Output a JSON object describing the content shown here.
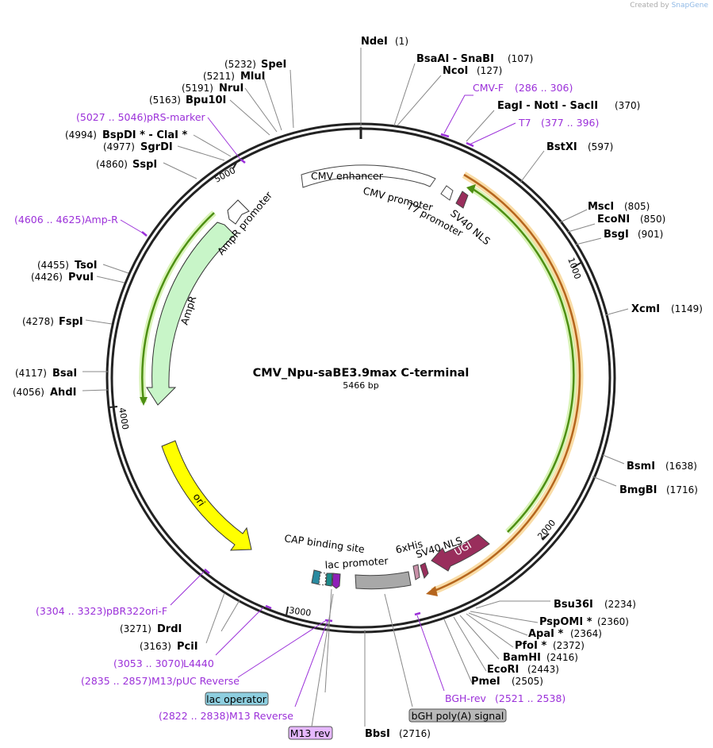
{
  "watermark": {
    "prefix": "Created by",
    "brand": "SnapGene"
  },
  "plasmid": {
    "name": "CMV_Npu-saBE3.9max C-terminal",
    "length_label": "5466 bp"
  },
  "ticks": [
    "1000",
    "2000",
    "3000",
    "4000",
    "5000"
  ],
  "enzymes": [
    {
      "name": "NdeI",
      "pos": "(1)"
    },
    {
      "name": "BsaAI  -  SnaBI",
      "pos": "(107)"
    },
    {
      "name": "NcoI",
      "pos": "(127)"
    },
    {
      "name": "EagI  -  NotI  -  SacII",
      "pos": "(370)"
    },
    {
      "name": "BstXI",
      "pos": "(597)"
    },
    {
      "name": "MscI",
      "pos": "(805)"
    },
    {
      "name": "EcoNI",
      "pos": "(850)"
    },
    {
      "name": "BsgI",
      "pos": "(901)"
    },
    {
      "name": "XcmI",
      "pos": "(1149)"
    },
    {
      "name": "BsmI",
      "pos": "(1638)"
    },
    {
      "name": "BmgBI",
      "pos": "(1716)"
    },
    {
      "name": "Bsu36I",
      "pos": "(2234)"
    },
    {
      "name": "PspOMI *",
      "pos": "(2360)"
    },
    {
      "name": "ApaI *",
      "pos": "(2364)"
    },
    {
      "name": "PfoI *",
      "pos": "(2372)"
    },
    {
      "name": "BamHI",
      "pos": "(2416)"
    },
    {
      "name": "EcoRI",
      "pos": "(2443)"
    },
    {
      "name": "PmeI",
      "pos": "(2505)"
    },
    {
      "name": "BbsI",
      "pos": "(2716)"
    },
    {
      "name": "PciI",
      "pos": "(3163)"
    },
    {
      "name": "DrdI",
      "pos": "(3271)"
    },
    {
      "name": "AhdI",
      "pos": "(4056)"
    },
    {
      "name": "BsaI",
      "pos": "(4117)"
    },
    {
      "name": "FspI",
      "pos": "(4278)"
    },
    {
      "name": "PvuI",
      "pos": "(4426)"
    },
    {
      "name": "TsoI",
      "pos": "(4455)"
    },
    {
      "name": "SspI",
      "pos": "(4860)"
    },
    {
      "name": "SgrDI",
      "pos": "(4977)"
    },
    {
      "name": "BspDI *  -  ClaI *",
      "pos": "(4994)"
    },
    {
      "name": "Bpu10I",
      "pos": "(5163)"
    },
    {
      "name": "NruI",
      "pos": "(5191)"
    },
    {
      "name": "MluI",
      "pos": "(5211)"
    },
    {
      "name": "SpeI",
      "pos": "(5232)"
    }
  ],
  "primers": [
    {
      "name": "CMV-F",
      "range": "(286 .. 306)"
    },
    {
      "name": "T7",
      "range": "(377 .. 396)"
    },
    {
      "name": "BGH-rev",
      "range": "(2521 .. 2538)"
    },
    {
      "name": "M13 Reverse",
      "range": "(2822 .. 2838)"
    },
    {
      "name": "M13/pUC Reverse",
      "range": "(2835 .. 2857)"
    },
    {
      "name": "L4440",
      "range": "(3053 .. 3070)"
    },
    {
      "name": "pBR322ori-F",
      "range": "(3304 .. 3323)"
    },
    {
      "name": "Amp-R",
      "range": "(4606 .. 4625)"
    },
    {
      "name": "pRS-marker",
      "range": "(5027 .. 5046)"
    }
  ],
  "features": {
    "cmv_enhancer": "CMV enhancer",
    "cmv_promoter": "CMV promoter",
    "t7_promoter": "T7 promoter",
    "sv40_nls_top": "SV40 NLS",
    "ampr_promoter": "AmpR promoter",
    "ampr": "AmpR",
    "ori": "ori",
    "cap_site": "CAP binding site",
    "lac_promoter": "lac promoter",
    "his": "6xHis",
    "sv40_nls_bottom": "SV40 NLS",
    "ugi": "UGI",
    "lac_operator": "lac operator",
    "bgh": "bGH poly(A) signal",
    "m13_rev": "M13 rev"
  },
  "colors": {
    "primer": "#9b30d9",
    "green_orf": "#6cb41f",
    "orange_orf": "#b5651d",
    "ampr_fill": "#c8f5c8",
    "ori_fill": "#ffff00",
    "ugi_fill": "#992e5c",
    "sv40_fill": "#992e5c",
    "lac_operator_fill": "#8ecfe0",
    "bgh_fill": "#b8b8b8",
    "m13_fill": "#e6b8ff"
  }
}
